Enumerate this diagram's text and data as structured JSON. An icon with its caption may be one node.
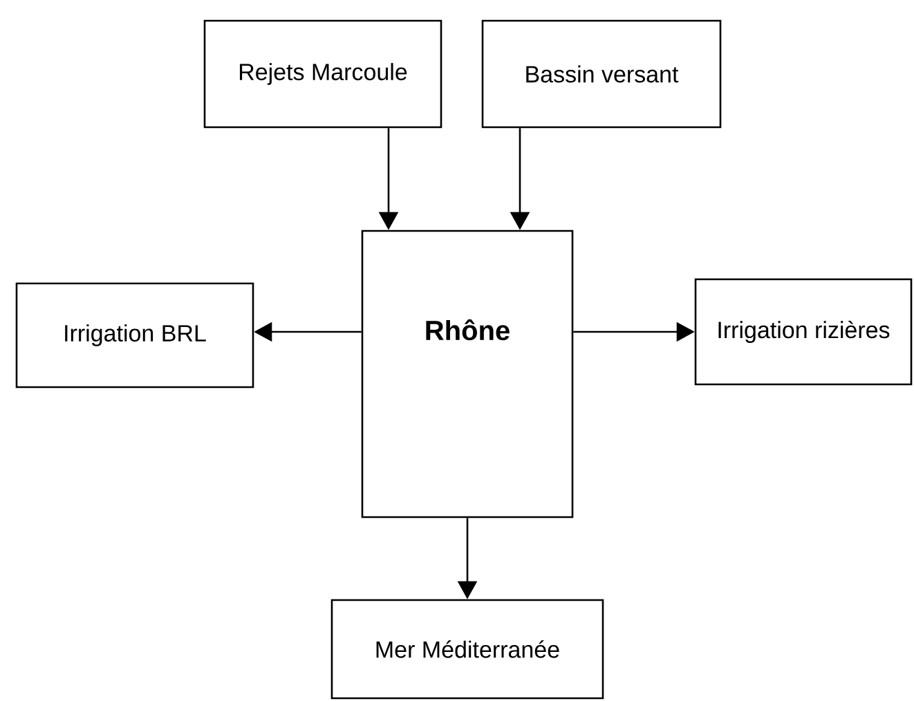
{
  "diagram": {
    "nodes": [
      {
        "text": [
          "Rejets Marcoule"
        ]
      },
      {
        "text": [
          "Bassin versant"
        ]
      },
      {
        "text": [
          "Rhône"
        ]
      },
      {
        "text": [
          "Irrigation BRL"
        ]
      },
      {
        "text": [
          "Irrigation rizières"
        ]
      },
      {
        "text": [
          "Mer Méditerranée"
        ]
      }
    ],
    "edges": [
      {
        "from": 0,
        "to": 2,
        "arrow": "to"
      },
      {
        "from": 1,
        "to": 2,
        "arrow": "to"
      },
      {
        "from": 2,
        "to": 3,
        "arrow": "to"
      },
      {
        "from": 2,
        "to": 4,
        "arrow": "to"
      },
      {
        "from": 2,
        "to": 5,
        "arrow": "to"
      }
    ]
  }
}
